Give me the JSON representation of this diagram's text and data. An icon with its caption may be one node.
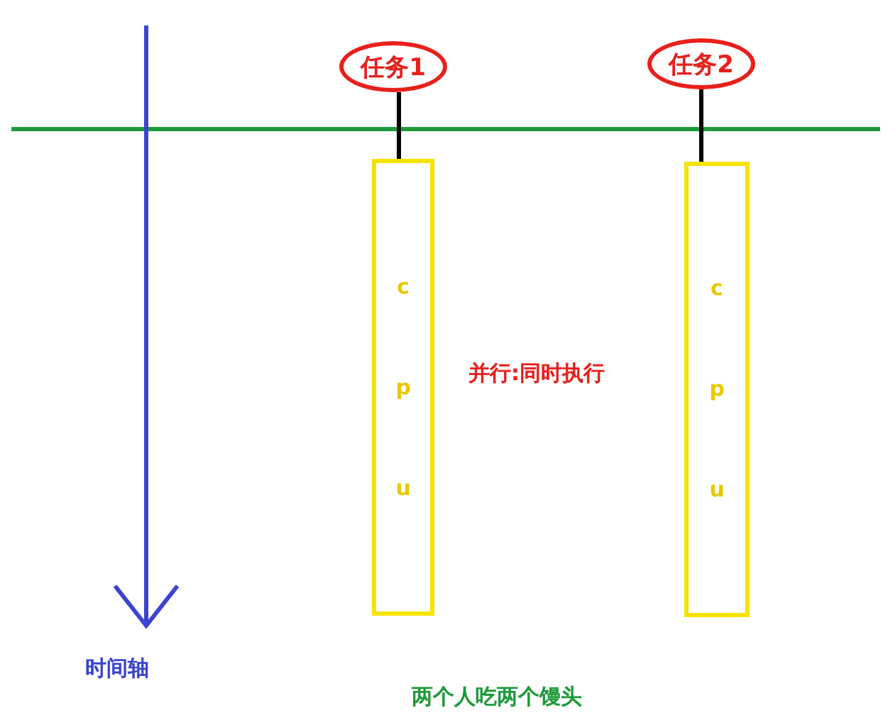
{
  "diagram": {
    "nodes": [
      {
        "text": [
          "任务1"
        ]
      },
      {
        "text": [
          "任务2"
        ]
      },
      {
        "text": [
          "c p u"
        ]
      },
      {
        "text": [
          "c p u"
        ]
      }
    ],
    "edges": [
      {
        "from": 0,
        "to": 2,
        "arrow": "none"
      },
      {
        "from": 1,
        "to": 3,
        "arrow": "none"
      }
    ],
    "labels": [
      "并行:同时执行",
      "时间轴",
      "两个人吃两个馒头"
    ]
  }
}
